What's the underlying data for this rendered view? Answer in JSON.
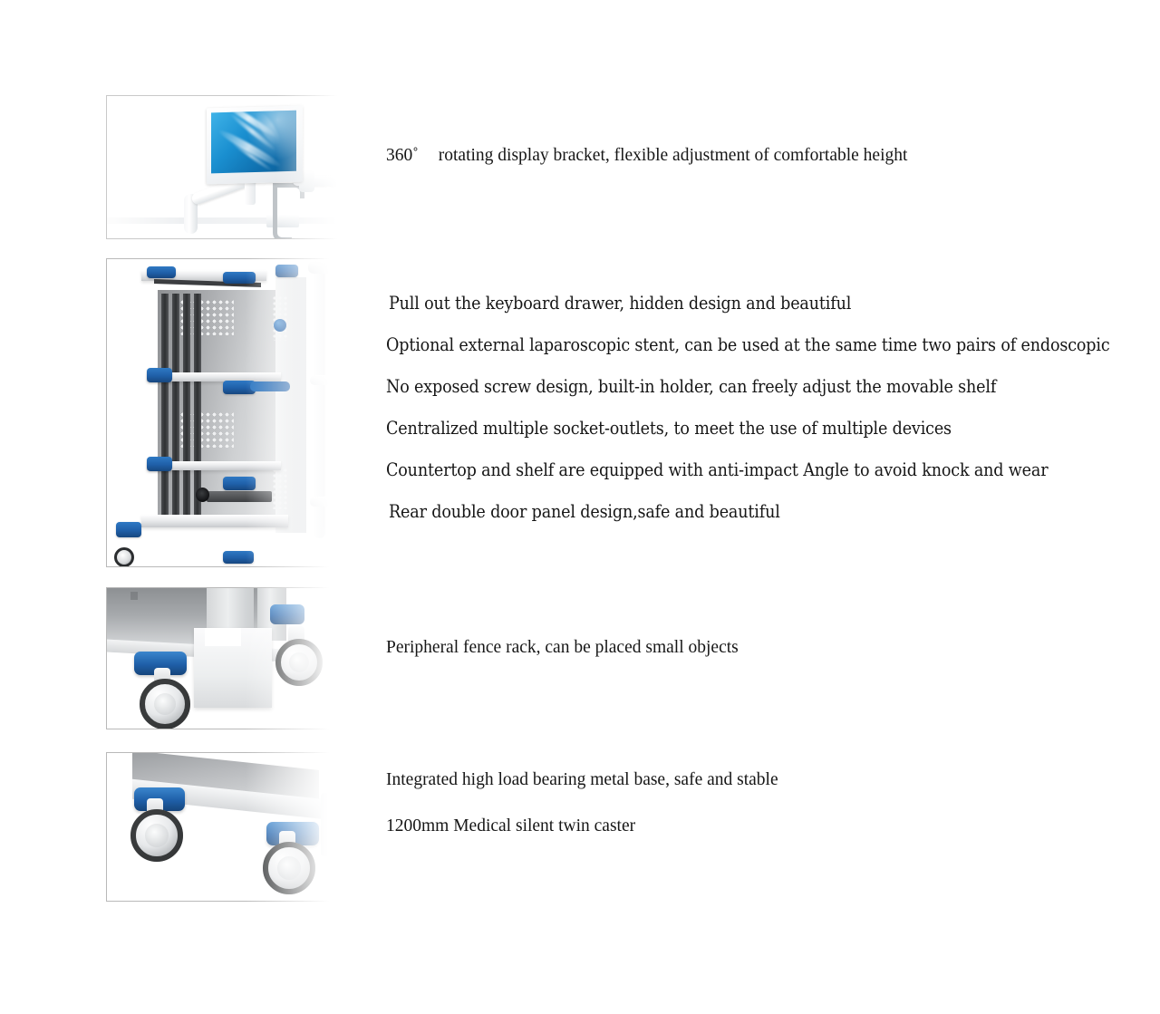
{
  "page": {
    "background_color": "#ffffff",
    "text_color": "#161616",
    "accent_blue": "#1f5fa8",
    "frame_border_color": "#b9b9b9"
  },
  "sections": [
    {
      "id": "monitor-bracket",
      "image_alt": "White medical monitor on a 360 degree articulating display arm clamped to a desk",
      "lines": [
        {
          "id": "f1l1",
          "text": "360˚    rotating display bracket, flexible adjustment of comfortable height",
          "style": "wide"
        }
      ]
    },
    {
      "id": "cart-rack",
      "image_alt": "Open medical equipment cart rack with perforated panels, adjustable shelves and blue corner bumpers",
      "lines": [
        {
          "id": "f2l1",
          "text": "Pull out the keyboard drawer, hidden design and beautiful",
          "style": "narrow"
        },
        {
          "id": "f2l2",
          "text": "Optional external laparoscopic stent, can be used at the same time two pairs of endoscopic",
          "style": "narrow"
        },
        {
          "id": "f2l3",
          "text": "No exposed screw design, built-in holder, can freely adjust the movable shelf",
          "style": "narrow"
        },
        {
          "id": "f2l4",
          "text": "Centralized multiple socket-outlets, to meet the use of multiple devices",
          "style": "narrow"
        },
        {
          "id": "f2l5",
          "text": "Countertop and shelf are equipped with anti-impact Angle to avoid knock and wear",
          "style": "narrow"
        },
        {
          "id": "f2l6",
          "text": "Rear double door panel design,safe and beautiful",
          "style": "narrow"
        }
      ]
    },
    {
      "id": "fence-rack",
      "image_alt": "Close-up of cart lower shelf with peripheral fence rack basket and twin casters",
      "lines": [
        {
          "id": "f3l1",
          "text": "Peripheral fence rack, can be placed small objects",
          "style": "wide"
        }
      ]
    },
    {
      "id": "metal-base",
      "image_alt": "Close-up of integrated metal base with blue anti-impact corner bumpers and medical twin casters",
      "lines": [
        {
          "id": "f4l1",
          "text": "Integrated high load bearing metal base, safe and stable",
          "style": "wide"
        },
        {
          "id": "f4l2",
          "text": "1200mm Medical silent twin caster",
          "style": "wide"
        }
      ]
    }
  ],
  "labels": {
    "degree_number": "360˚",
    "degree_rest": "rotating display bracket, flexible adjustment of comfortable height"
  }
}
